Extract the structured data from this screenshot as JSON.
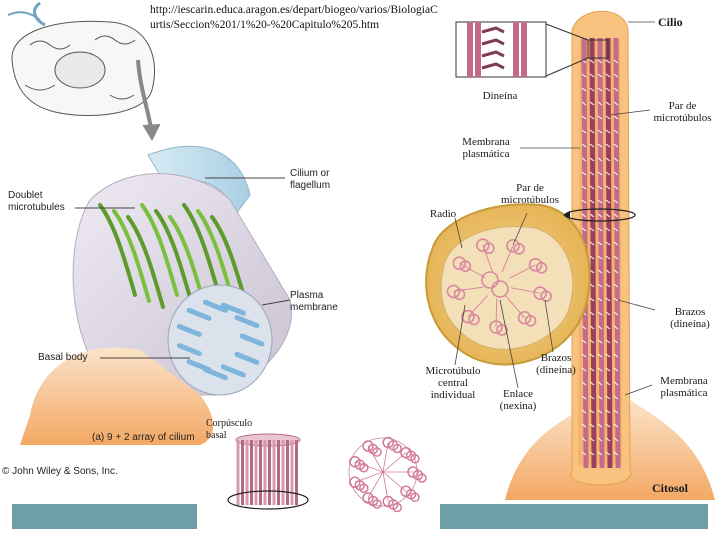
{
  "header": {
    "url_line1": "http://iescarin.educa.aragon.es/depart/biogeo/varios/BiologiaC",
    "url_line2": "urtis/Seccion%201/1%20-%20Capitulo%205.htm"
  },
  "left_figure": {
    "cilium_label": "Cilium or flagellum",
    "doublet_label": "Doublet microtubules",
    "plasma_label": "Plasma membrane",
    "basal_label": "Basal body",
    "caption": "(a) 9 + 2 array of cilium",
    "copyright": "© John Wiley & Sons, Inc."
  },
  "right_figure": {
    "cilio": "Cilio",
    "dineina": "Dineína",
    "par_microtubulos_right": "Par de microtúbulos",
    "membrana_top": "Membrana plasmática",
    "par_microtubulos_center": "Par de microtúbulos",
    "radio": "Radio",
    "brazos_right": "Brazos (dineína)",
    "brazos_center": "Brazos (dineína)",
    "microtubulo_central": "Microtúbulo central individual",
    "enlace": "Enlace (nexina)",
    "membrana_bottom": "Membrana plasmática",
    "citosol": "Citosol",
    "corpusculo_basal": "Corpúsculo basal"
  },
  "colors": {
    "teal_bar": "#6e9ea6",
    "cilium_pink": "#c46a8a",
    "membrane_orange": "#f0a85a",
    "cytosol_orange": "#f6c08a",
    "doublet_green": "#7bbf3f",
    "basal_blue": "#8fc3e6"
  }
}
